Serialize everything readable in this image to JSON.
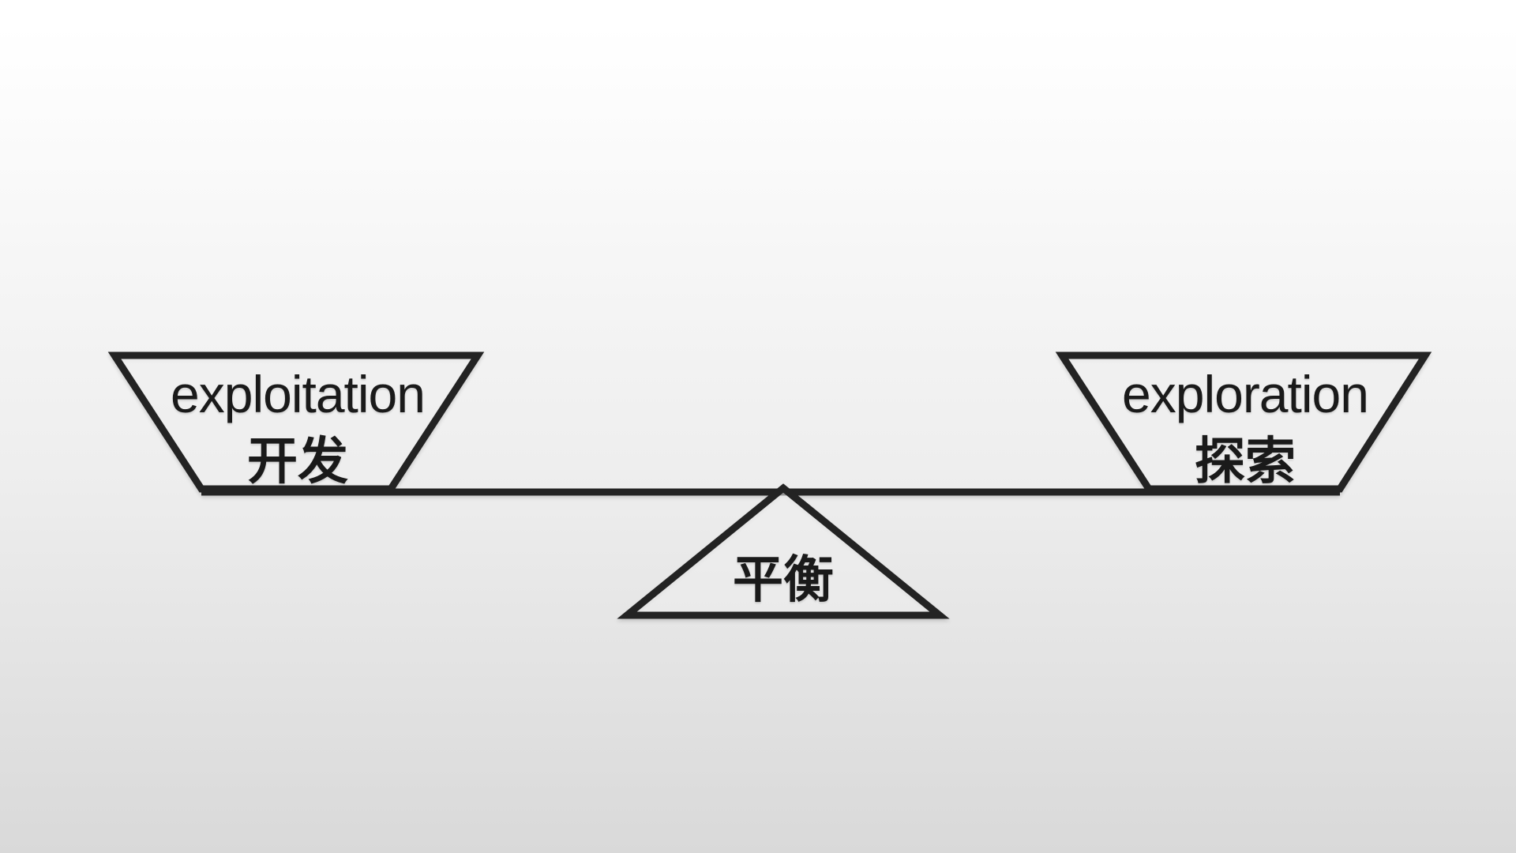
{
  "colors": {
    "stroke": "#232323",
    "text": "#1a1a1a",
    "background_top": "#ffffff",
    "background_bottom": "#d9d9d9"
  },
  "balance": {
    "left_weight": {
      "label_en": "exploitation",
      "label_zh": "开发"
    },
    "right_weight": {
      "label_en": "exploration",
      "label_zh": "探索"
    },
    "fulcrum": {
      "label_zh": "平衡"
    }
  }
}
